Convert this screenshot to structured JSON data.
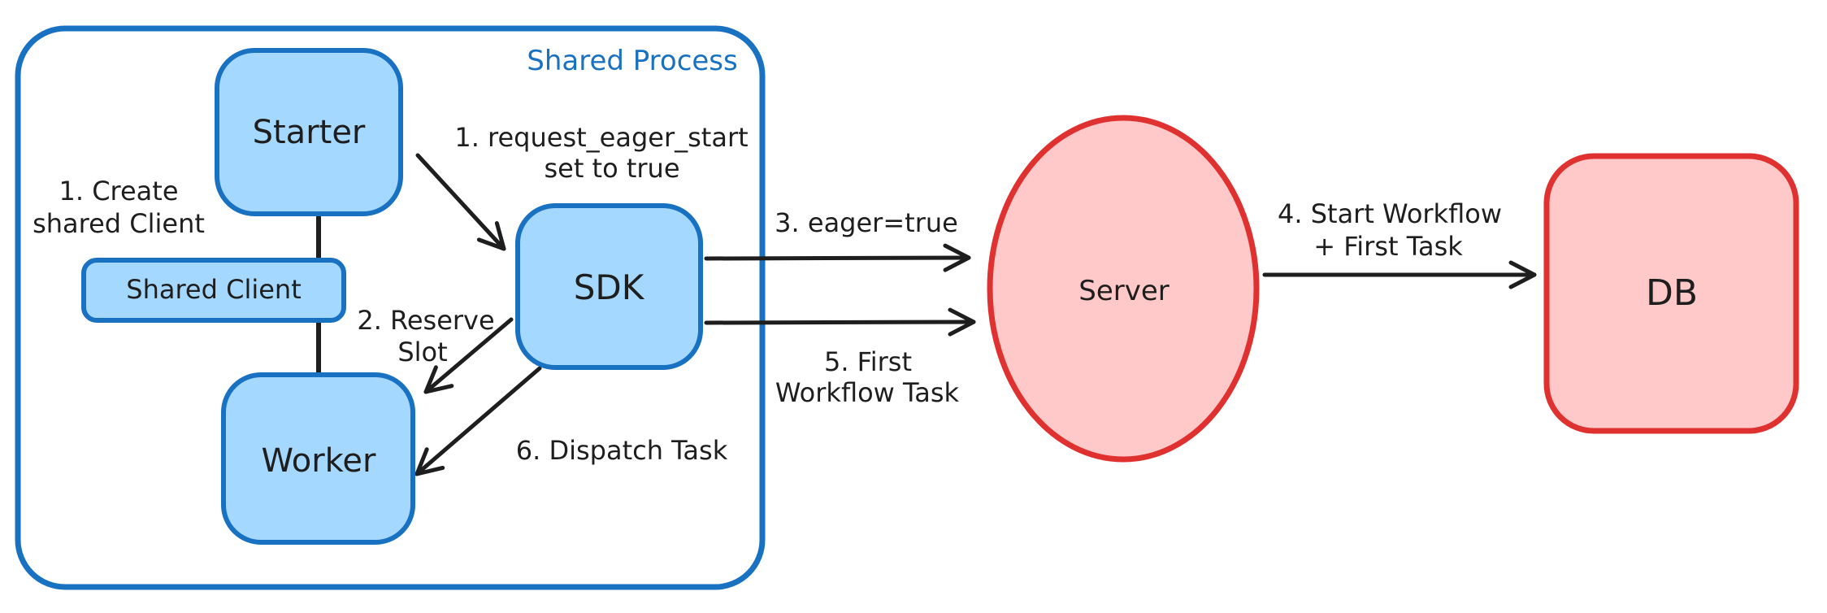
{
  "diagram": {
    "title": "Shared Process",
    "nodes": {
      "starter": {
        "label": "Starter"
      },
      "shared_client": {
        "label": "Shared Client"
      },
      "worker": {
        "label": "Worker"
      },
      "sdk": {
        "label": "SDK"
      },
      "server": {
        "label": "Server"
      },
      "db": {
        "label": "DB"
      }
    },
    "annotations": {
      "create_shared_client": {
        "line1": "1. Create",
        "line2": "shared Client"
      },
      "request_eager_start": {
        "line1": "1. request_eager_start",
        "line2": "set to true"
      },
      "reserve_slot": {
        "line1": "2. Reserve",
        "line2": "Slot"
      },
      "eager_true": {
        "label": "3. eager=true"
      },
      "start_workflow": {
        "line1": "4. Start Workflow",
        "line2": "+ First Task"
      },
      "first_workflow_task": {
        "line1": "5. First",
        "line2": "Workflow Task"
      },
      "dispatch_task": {
        "label": "6. Dispatch Task"
      }
    },
    "colors": {
      "blue_stroke": "#1971c2",
      "blue_fill": "#a5d8ff",
      "red_stroke": "#e03131",
      "red_fill": "#ffc9c9",
      "line": "#1e1e1e",
      "background": "#ffffff"
    }
  }
}
